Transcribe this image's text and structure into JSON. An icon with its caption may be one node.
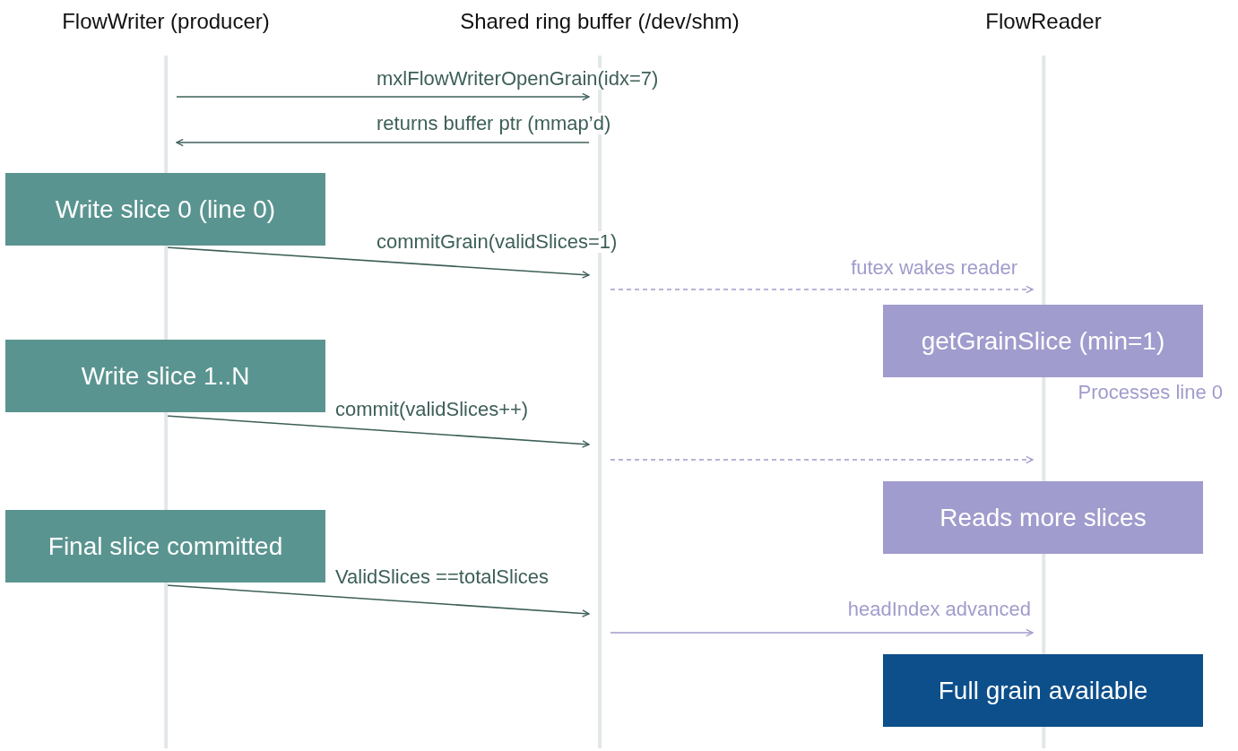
{
  "diagram": {
    "nodes": [
      {
        "text": [
          "FlowWriter (producer)"
        ]
      },
      {
        "text": [
          "Shared ring buffer (/dev/shm)"
        ]
      },
      {
        "text": [
          "FlowReader"
        ]
      },
      {
        "text": [
          "Write slice 0 (line 0)"
        ]
      },
      {
        "text": [
          "getGrainSlice (min=1)"
        ],
        "beside": [
          "Processes line 0"
        ]
      },
      {
        "text": [
          "Write slice 1..N"
        ]
      },
      {
        "text": [
          "Reads more slices"
        ]
      },
      {
        "text": [
          "Final slice committed"
        ]
      },
      {
        "text": [
          "Full grain available"
        ]
      }
    ],
    "edges": [
      {
        "from": 0,
        "to": 1,
        "arrow": "to",
        "label": "mxlFlowWriterOpenGrain(idx=7)"
      },
      {
        "from": 1,
        "to": 0,
        "arrow": "to",
        "label": "returns buffer ptr (mmap’d)"
      },
      {
        "from": 0,
        "to": 1,
        "arrow": "to",
        "label": "commitGrain(validSlices=1)"
      },
      {
        "from": 1,
        "to": 2,
        "arrow": "to",
        "label": "futex wakes reader",
        "style": "dashed",
        "color": "#9f9ccc"
      },
      {
        "from": 0,
        "to": 1,
        "arrow": "to",
        "label": "commit(validSlices++)"
      },
      {
        "from": 1,
        "to": 2,
        "arrow": "to",
        "style": "dashed",
        "color": "#9f9ccc"
      },
      {
        "from": 0,
        "to": 1,
        "arrow": "to",
        "label": "ValidSlices ==totalSlices"
      },
      {
        "from": 1,
        "to": 2,
        "arrow": "to",
        "label": "headIndex advanced",
        "color": "#9f9ccc"
      }
    ]
  }
}
